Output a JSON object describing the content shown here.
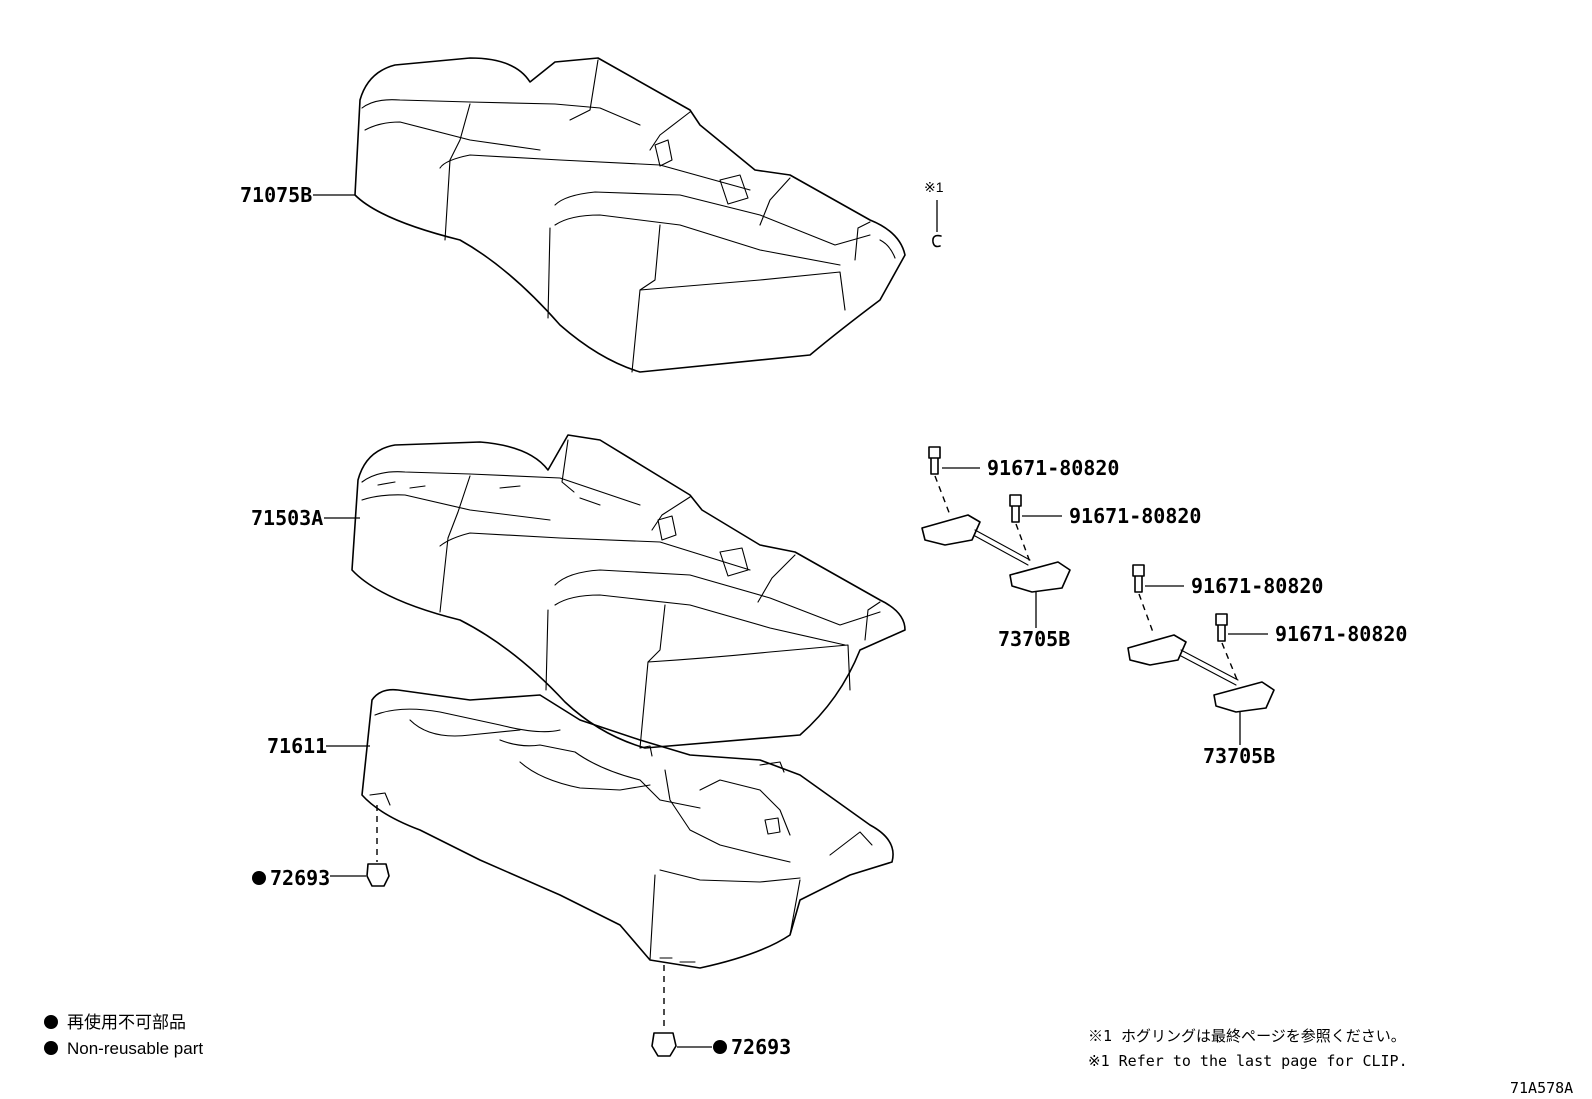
{
  "parts": {
    "p71075b": "71075B",
    "p71503a": "71503A",
    "p71611": "71611",
    "p72693_a": "72693",
    "p72693_b": "72693",
    "bolt_1": "91671-80820",
    "bolt_2": "91671-80820",
    "bolt_3": "91671-80820",
    "bolt_4": "91671-80820",
    "p73705b_a": "73705B",
    "p73705b_b": "73705B"
  },
  "clip_marker": "※1",
  "legend": {
    "jp": "再使用不可部品",
    "en": "Non-reusable part"
  },
  "notes": {
    "jp": "※1 ホグリングは最終ページを参照ください。",
    "en": "※1 Refer to the last page for CLIP."
  },
  "figure_code": "71A578A"
}
